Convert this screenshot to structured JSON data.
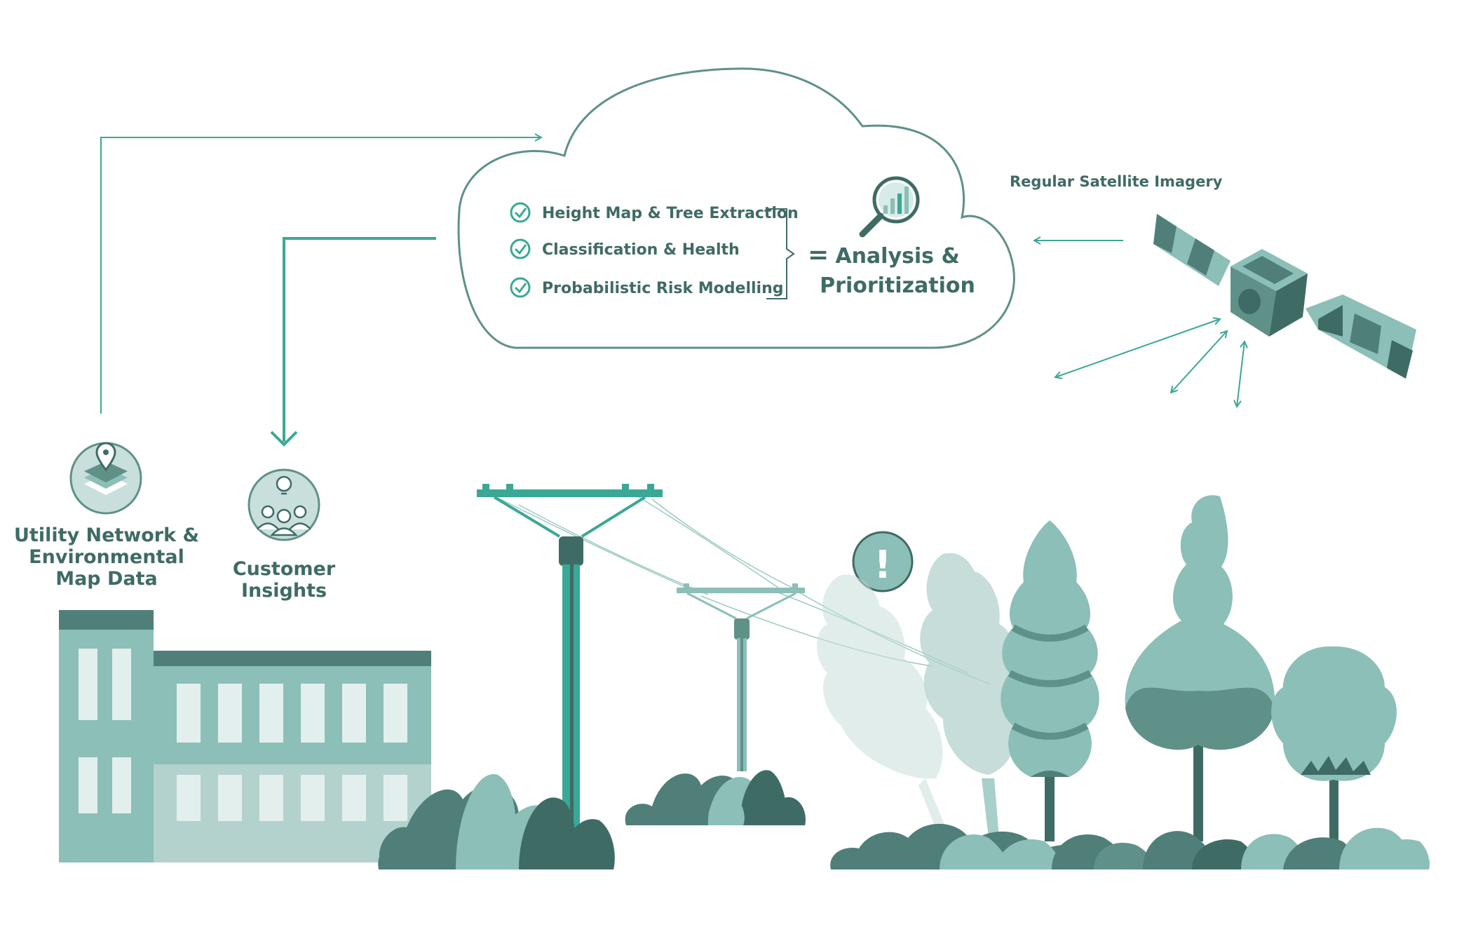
{
  "cloud": {
    "items": [
      {
        "label": "Height Map & Tree Extraction",
        "icon": "check-circle-icon"
      },
      {
        "label": "Classification & Health",
        "icon": "check-circle-icon"
      },
      {
        "label": "Probabilistic Risk Modelling",
        "icon": "check-circle-icon"
      }
    ],
    "equals": "=",
    "result_line1": "Analysis &",
    "result_line2": "Prioritization",
    "result_icon": "magnifier-chart-icon"
  },
  "satellite": {
    "label": "Regular Satellite Imagery",
    "icon": "satellite-icon"
  },
  "inputs": {
    "utility": {
      "line1": "Utility Network &",
      "line2": "Environmental",
      "line3": "Map Data",
      "icon": "map-layers-pin-icon"
    },
    "customer": {
      "line1": "Customer",
      "line2": "Insights",
      "icon": "customer-group-icon"
    }
  },
  "alert": {
    "symbol": "!",
    "icon": "warning-icon"
  },
  "colors": {
    "teal_line": "#3aa896",
    "dark": "#3f6b65",
    "mid": "#5f9189",
    "light": "#8bbfb7",
    "pale": "#c9dfdb"
  }
}
